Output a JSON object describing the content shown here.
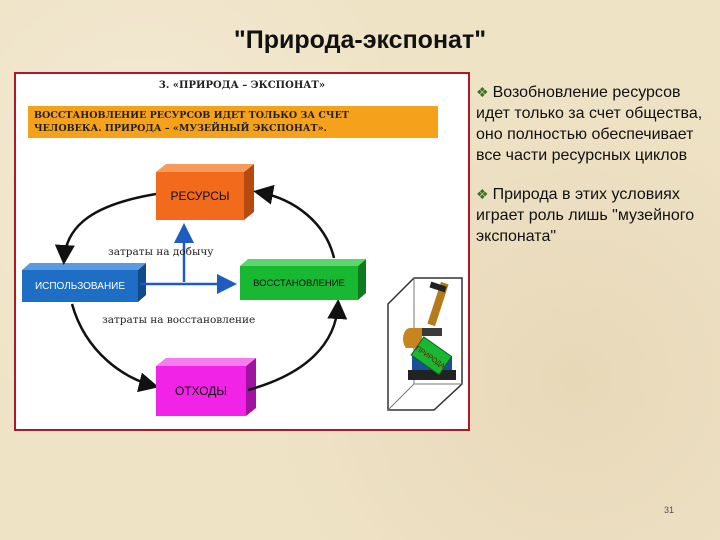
{
  "slide": {
    "title": "\"Природа-экспонат\"",
    "number": "31"
  },
  "diagram": {
    "title": "3. «ПРИРОДА – ЭКСПОНАТ»",
    "caption_line1": "ВОССТАНОВЛЕНИЕ РЕСУРСОВ ИДЕТ ТОЛЬКО ЗА СЧЕТ",
    "caption_line2": "ЧЕЛОВЕКА. ПРИРОДА – «МУЗЕЙНЫЙ ЭКСПОНАТ».",
    "nodes": {
      "resources": "РЕСУРСЫ",
      "usage": "ИСПОЛЬЗОВАНИЕ",
      "restoration": "ВОССТАНОВЛЕНИЕ",
      "waste": "ОТХОДЫ"
    },
    "edge_labels": {
      "extraction_costs": "затраты на добычу",
      "restoration_costs": "затраты на восстановление"
    },
    "colors": {
      "frame": "#b0182a",
      "caption": "#f6a11c",
      "resources": "#f26b1d",
      "usage": "#1e6ec5",
      "restoration": "#19b832",
      "waste": "#f023e6",
      "arrows": "#1e5cc0",
      "cycle": "#111111"
    },
    "illustration": {
      "icon": "microscope-icon",
      "sign_text": "ПРИРОДА"
    }
  },
  "bullets": [
    "Возобновление ресурсов идет только за счет общества, оно полностью обеспечивает все части ресурсных циклов",
    "Природа в этих условиях играет роль лишь \"музейного экспоната\""
  ],
  "bullet_icon": "diamond-bullet-icon"
}
